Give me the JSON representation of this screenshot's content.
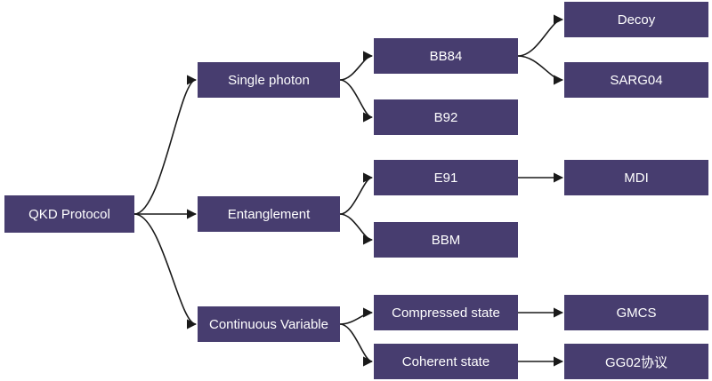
{
  "nodes": {
    "qkd": "QKD Protocol",
    "single": "Single photon",
    "entangle": "Entanglement",
    "cv": "Continuous Variable",
    "bb84": "BB84",
    "b92": "B92",
    "e91": "E91",
    "bbm": "BBM",
    "compressed": "Compressed state",
    "coherent": "Coherent state",
    "decoy": "Decoy",
    "sarg04": "SARG04",
    "mdi": "MDI",
    "gmcs": "GMCS",
    "gg02": "GG02协议"
  },
  "edges": [
    [
      "qkd",
      "single"
    ],
    [
      "qkd",
      "entangle"
    ],
    [
      "qkd",
      "cv"
    ],
    [
      "single",
      "bb84"
    ],
    [
      "single",
      "b92"
    ],
    [
      "entangle",
      "e91"
    ],
    [
      "entangle",
      "bbm"
    ],
    [
      "cv",
      "compressed"
    ],
    [
      "cv",
      "coherent"
    ],
    [
      "bb84",
      "decoy"
    ],
    [
      "bb84",
      "sarg04"
    ],
    [
      "e91",
      "mdi"
    ],
    [
      "compressed",
      "gmcs"
    ],
    [
      "coherent",
      "gg02"
    ]
  ],
  "colors": {
    "node_fill": "#473d6f",
    "node_text": "#ffffff",
    "edge": "#1a1a1a"
  }
}
